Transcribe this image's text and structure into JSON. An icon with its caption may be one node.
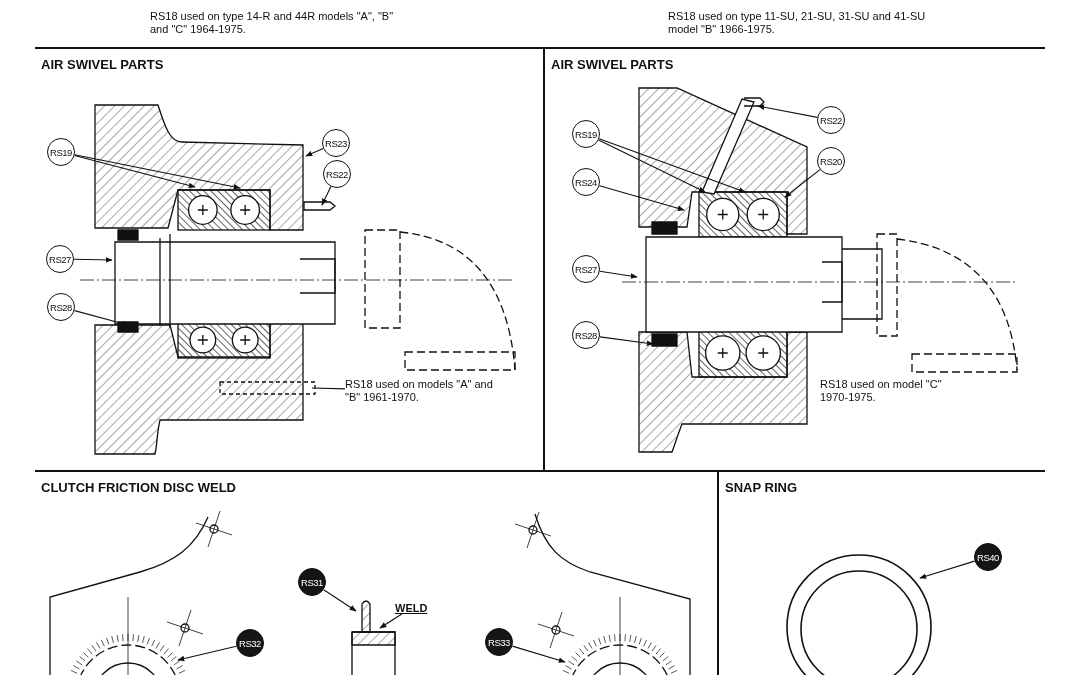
{
  "diagram": {
    "nodes": [
      {
        "text": [
          "AIR SWIVEL PARTS"
        ]
      },
      {
        "text": [
          "RS19"
        ],
        "in": 0
      },
      {
        "text": [
          "RS23"
        ],
        "in": 0
      },
      {
        "text": [
          "RS22"
        ],
        "in": 0
      },
      {
        "text": [
          "RS27"
        ],
        "in": 0
      },
      {
        "text": [
          "RS28"
        ],
        "in": 0
      },
      {
        "text": [
          "RS18 used on models \"A\" and \"B\" 1961-1970."
        ],
        "in": 0
      },
      {
        "text": [
          "AIR SWIVEL PARTS"
        ]
      },
      {
        "text": [
          "RS19"
        ],
        "in": 7
      },
      {
        "text": [
          "RS22"
        ],
        "in": 7
      },
      {
        "text": [
          "RS20"
        ],
        "in": 7
      },
      {
        "text": [
          "RS24"
        ],
        "in": 7
      },
      {
        "text": [
          "RS27"
        ],
        "in": 7
      },
      {
        "text": [
          "RS28"
        ],
        "in": 7
      },
      {
        "text": [
          "RS18 used on model \"C\" 1970-1975."
        ],
        "in": 7
      },
      {
        "text": [
          "CLUTCH FRICTION DISC WELD"
        ]
      },
      {
        "text": [
          "RS31"
        ],
        "in": 15
      },
      {
        "text": [
          "WELD"
        ],
        "in": 15
      },
      {
        "text": [
          "RS32"
        ],
        "in": 15
      },
      {
        "text": [
          "RS33"
        ],
        "in": 15
      },
      {
        "text": [
          "SNAP RING"
        ]
      },
      {
        "text": [
          "RS40"
        ],
        "in": 20
      }
    ],
    "edges": [
      {
        "from": 1,
        "to": null,
        "arrow": "to"
      },
      {
        "from": 1,
        "to": null,
        "arrow": "to"
      },
      {
        "from": 2,
        "to": null,
        "arrow": "to"
      },
      {
        "from": 3,
        "to": null,
        "arrow": "to"
      },
      {
        "from": 4,
        "to": null,
        "arrow": "to"
      },
      {
        "from": 5,
        "to": null,
        "arrow": "to"
      },
      {
        "from": 6,
        "to": null,
        "arrow": "none"
      },
      {
        "from": 8,
        "to": null,
        "arrow": "to"
      },
      {
        "from": 8,
        "to": null,
        "arrow": "to"
      },
      {
        "from": 9,
        "to": null,
        "arrow": "to"
      },
      {
        "from": 10,
        "to": null,
        "arrow": "to"
      },
      {
        "from": 11,
        "to": null,
        "arrow": "to"
      },
      {
        "from": 12,
        "to": null,
        "arrow": "to"
      },
      {
        "from": 13,
        "to": null,
        "arrow": "to"
      },
      {
        "from": 16,
        "to": null,
        "arrow": "to"
      },
      {
        "from": 17,
        "to": null,
        "arrow": "to"
      },
      {
        "from": 18,
        "to": null,
        "arrow": "to"
      },
      {
        "from": 19,
        "to": null,
        "arrow": "to"
      },
      {
        "from": 21,
        "to": null,
        "arrow": "to"
      }
    ],
    "labels": [
      "RS18 used on type 14-R and 44R models \"A\", \"B\" and \"C\" 1964-1975.",
      "RS18 used on type 11-SU, 21-SU, 31-SU and 41-SU model \"B\" 1966-1975."
    ]
  }
}
